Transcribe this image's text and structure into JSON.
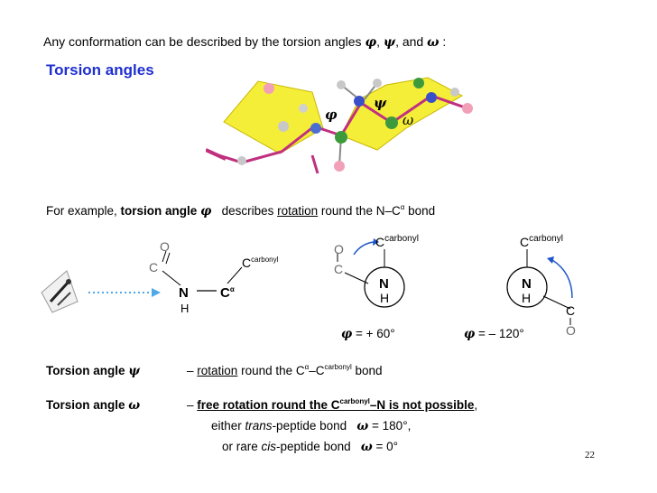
{
  "intro": {
    "text": "Any conformation can be described by the torsion angles",
    "phi": "φ",
    "comma1": ",",
    "psi": "ψ",
    "and": ", and",
    "omega": "ω",
    "colon": ":"
  },
  "heading": "Torsion angles",
  "backbone_labels": {
    "phi": "φ",
    "psi": "ψ",
    "omega": "ω"
  },
  "example": {
    "prefix": "For example,",
    "bold": "torsion angle",
    "symbol": "φ",
    "mid": "describes",
    "underlined": "rotation",
    "suffix": "round the N–C",
    "sup": "α",
    "end": "bond"
  },
  "structure": {
    "O": "O",
    "C": "C",
    "N": "N",
    "H": "H",
    "Calpha": "C",
    "alpha": "α",
    "Ccarb": "C",
    "carbonyl": "carbonyl"
  },
  "newman1": {
    "Ccarb": "C",
    "carbonyl": "carbonyl",
    "O": "O",
    "C": "C",
    "N": "N",
    "H": "H",
    "caption_symbol": "φ",
    "caption": "= + 60°"
  },
  "newman2": {
    "Ccarb": "C",
    "carbonyl": "carbonyl",
    "N": "N",
    "H": "H",
    "C": "C",
    "O": "O",
    "caption_symbol": "φ",
    "caption": "= – 120°"
  },
  "psi_line": {
    "label": "Torsion angle",
    "symbol": "ψ",
    "dash": "–",
    "underlined": "rotation",
    "text": "round the C",
    "sup1": "α",
    "text2": "–C",
    "sup2": "carbonyl",
    "end": "bond"
  },
  "omega_line": {
    "label": "Torsion angle",
    "symbol": "ω",
    "dash": "–",
    "u1": "free rotation round the C",
    "usup": "carbonyl",
    "u2": "–N is not possible",
    "comma": ",",
    "line2_prefix": "either",
    "line2_italic": "trans",
    "line2_text": "-peptide bond",
    "line2_symbol": "ω",
    "line2_value": "= 180°,",
    "line3_prefix": "or rare",
    "line3_italic": "cis",
    "line3_text": "-peptide bond",
    "line3_symbol": "ω",
    "line3_value": "= 0°"
  },
  "page_number": "22"
}
